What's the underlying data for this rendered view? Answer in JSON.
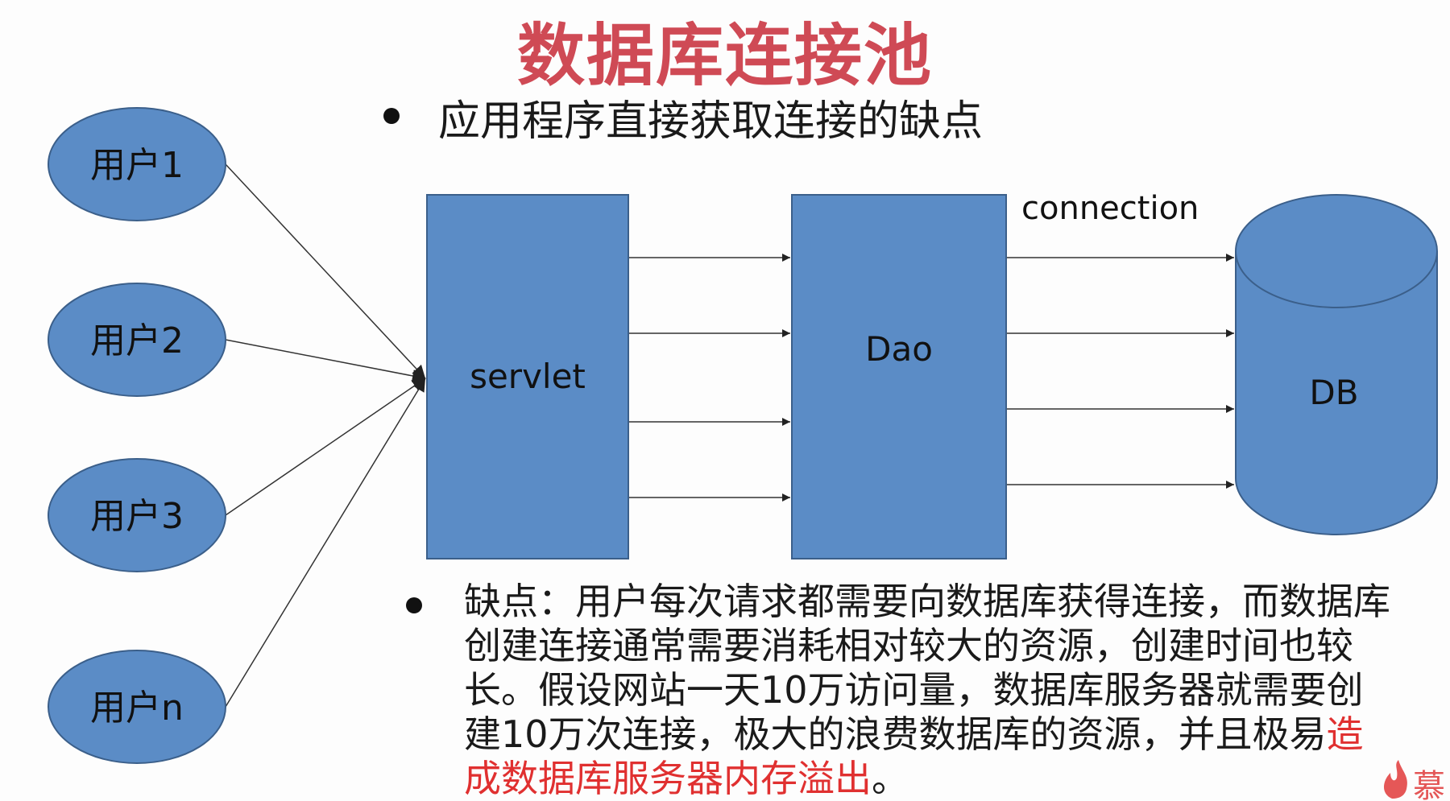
{
  "title": "数据库连接池",
  "bullet1": "应用程序直接获取连接的缺点",
  "users": [
    "用户1",
    "用户2",
    "用户3",
    "用户n"
  ],
  "servlet": "servlet",
  "dao": "Dao",
  "connection_label": "connection",
  "db": "DB",
  "desc": {
    "part1": "缺点：用户每次请求都需要向数据库获得连接，而数据库创建连接通常需要消耗相对较大的资源，创建时间也较长。假设网站一天10万访问量，数据库服务器就需要创建10万次连接，极大的浪费数据库的资源，并且极易",
    "highlight": "造成数据库服务器内存溢出",
    "part2": "。"
  },
  "watermark": "慕",
  "colors": {
    "title": "#cf4a55",
    "shape_fill": "#5b8cc6",
    "shape_stroke": "#3b5f8a",
    "highlight": "#e03030"
  }
}
